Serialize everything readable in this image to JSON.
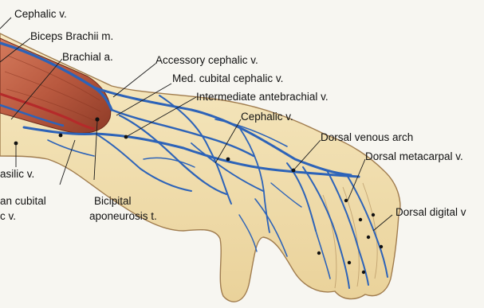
{
  "labels": {
    "cephalic_top": "Cephalic v.",
    "biceps": "Biceps Brachii m.",
    "brachial": "Brachial a.",
    "accessory_cephalic": "Accessory cephalic v.",
    "med_cubital_cephalic": "Med. cubital cephalic v.",
    "intermediate_antebrachial": "Intermediate antebrachial v.",
    "cephalic_mid": "Cephalic v.",
    "dorsal_venous_arch": "Dorsal venous arch",
    "dorsal_metacarpal": "Dorsal metacarpal v.",
    "dorsal_digital": "Dorsal digital v",
    "basilic_partial": "asilic v.",
    "median_cubital_line1": "an cubital",
    "median_cubital_line2": "c v.",
    "bicipital_line1": "Bicipital",
    "bicipital_line2": "aponeurosis t."
  },
  "colors": {
    "background": "#f7f6f1",
    "skin": "#f3e3b4",
    "skin_outline": "#a07c4e",
    "muscle": "#b9593f",
    "vein": "#2d63b8",
    "artery": "#b52a2a",
    "leader_line": "#1a1a1a"
  }
}
